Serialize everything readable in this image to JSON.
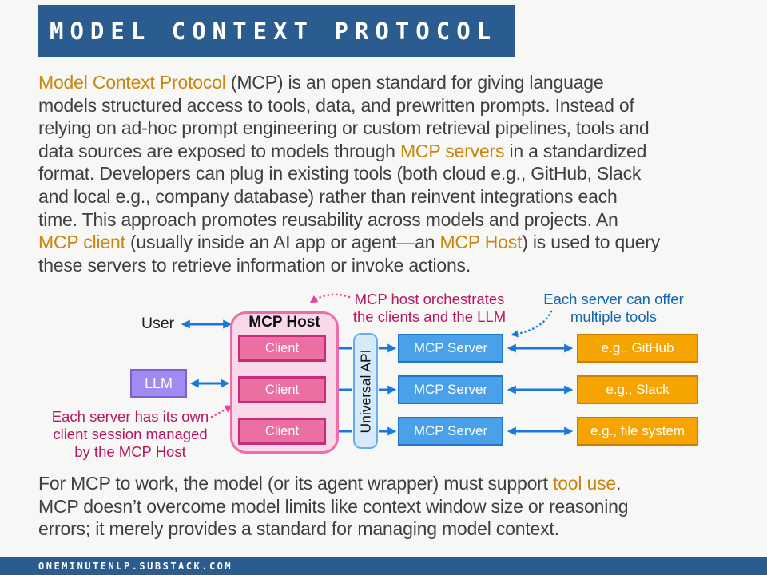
{
  "header": {
    "title": "MODEL CONTEXT PROTOCOL"
  },
  "intro": {
    "lines": [
      {
        "segments": [
          {
            "t": "Model Context Protocol",
            "hl": true
          },
          {
            "t": " (MCP) is an open standard for giving language"
          }
        ]
      },
      {
        "segments": [
          {
            "t": "models structured access to tools, data, and prewritten prompts. Instead of"
          }
        ]
      },
      {
        "segments": [
          {
            "t": "relying on ad-hoc prompt engineering or custom retrieval pipelines, tools and"
          }
        ]
      },
      {
        "segments": [
          {
            "t": "data sources are exposed to models through "
          },
          {
            "t": "MCP servers",
            "hl": true
          },
          {
            "t": " in a standardized"
          }
        ]
      },
      {
        "segments": [
          {
            "t": "format. Developers can plug in existing tools (both cloud e.g., GitHub, Slack"
          }
        ]
      },
      {
        "segments": [
          {
            "t": "and local e.g., company database) rather than reinvent integrations each"
          }
        ]
      },
      {
        "segments": [
          {
            "t": "time. This approach promotes reusability across models and projects. An"
          }
        ]
      },
      {
        "segments": [
          {
            "t": "MCP client",
            "hl": true
          },
          {
            "t": " (usually inside an AI app or agent—an "
          },
          {
            "t": "MCP Host",
            "hl": true
          },
          {
            "t": ") is used to query"
          }
        ]
      },
      {
        "segments": [
          {
            "t": "these servers to retrieve information or invoke actions."
          }
        ]
      }
    ]
  },
  "diagram": {
    "user_label": "User",
    "llm_label": "LLM",
    "host": {
      "title": "MCP Host",
      "clients": [
        "Client",
        "Client",
        "Client"
      ]
    },
    "api_label": "Universal API",
    "servers": [
      "MCP Server",
      "MCP Server",
      "MCP Server"
    ],
    "tools": [
      "e.g., GitHub",
      "e.g., Slack",
      "e.g., file system"
    ],
    "notes": {
      "host_note": {
        "lines": [
          "MCP host orchestrates",
          "the clients and the LLM"
        ]
      },
      "tools_note": {
        "lines": [
          "Each server can offer",
          "multiple tools"
        ]
      },
      "session_note": {
        "lines": [
          "Each server has its own",
          "client session managed",
          "by the MCP Host"
        ]
      }
    },
    "colors": {
      "arrow_blue": "#1779dd",
      "magenta_note": "#b91662",
      "blue_note": "#1566b0",
      "host_fill": "#f9d9e9",
      "host_border": "#ef6cac",
      "client_fill": "#ec6fa4",
      "client_border": "#c52d78",
      "llm_fill": "#9f8cf0",
      "llm_border": "#7a5fd6",
      "api_fill": "#d6eafc",
      "api_border": "#66adf0",
      "server_fill": "#4aa0e9",
      "server_border": "#2076cc",
      "tool_fill": "#f5a402",
      "tool_border": "#c98002"
    }
  },
  "outro": {
    "lines": [
      {
        "segments": [
          {
            "t": "For MCP to work, the model (or its agent wrapper) must support "
          },
          {
            "t": "tool use",
            "hl": true
          },
          {
            "t": "."
          }
        ]
      },
      {
        "segments": [
          {
            "t": "MCP doesn’t overcome model limits like context window size or reasoning"
          }
        ]
      },
      {
        "segments": [
          {
            "t": "errors; it merely provides a standard for managing model context."
          }
        ]
      }
    ]
  },
  "footer": {
    "text": "ONEMINUTENLP.SUBSTACK.COM"
  },
  "colors": {
    "header_bg": "#2a5c90",
    "accent_orange": "#c9860e",
    "body_text": "#3f3f3f",
    "page_bg": "#f7f7f5"
  }
}
